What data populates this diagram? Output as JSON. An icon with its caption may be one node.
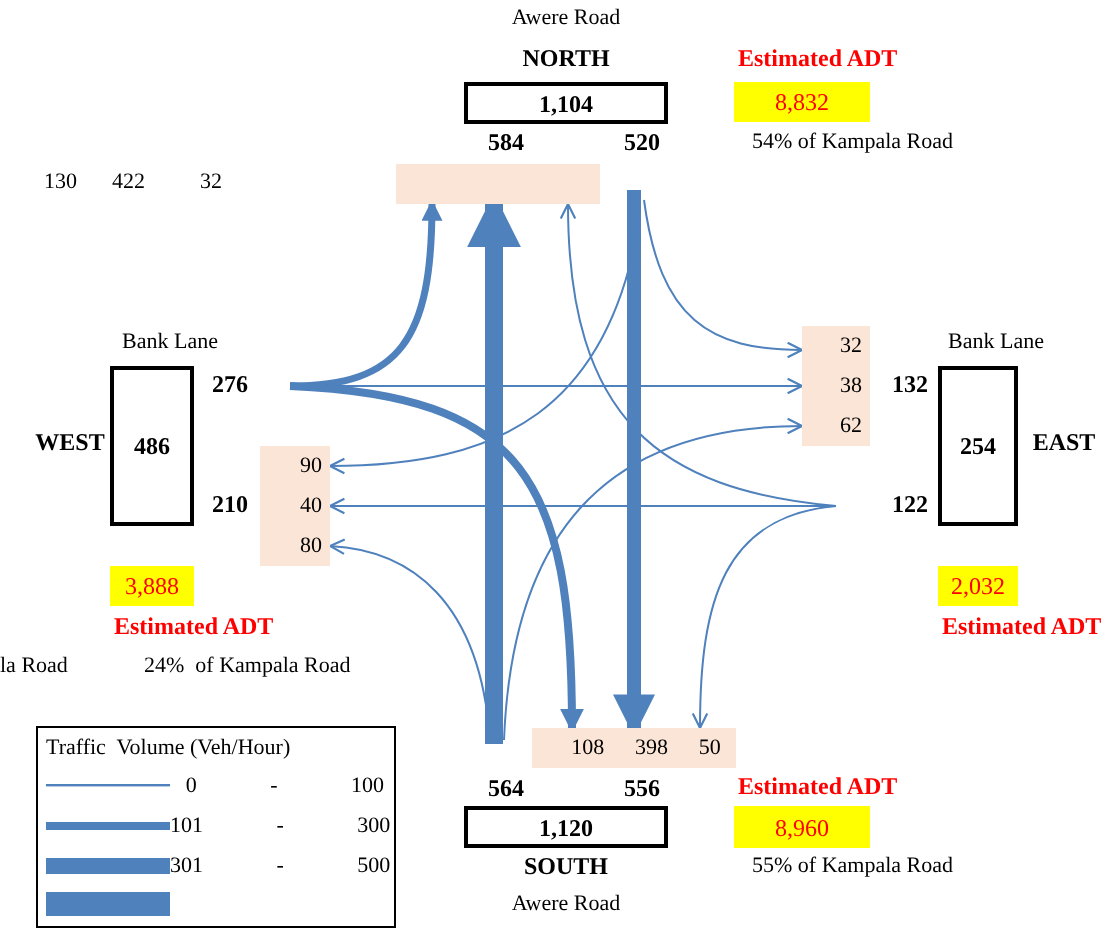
{
  "diagram": {
    "nodes": [
      {
        "text": [
          "1,104"
        ],
        "beside": [
          "Awere Road",
          "NORTH"
        ]
      },
      {
        "text": [],
        "shape": "box"
      },
      {
        "text": [
          "486"
        ],
        "beside": [
          "Bank Lane",
          "WEST"
        ]
      },
      {
        "text": [
          "90",
          "40",
          "80"
        ]
      },
      {
        "text": [
          "32",
          "38",
          "62"
        ]
      },
      {
        "text": [
          "254"
        ],
        "beside": [
          "Bank Lane",
          "EAST"
        ]
      },
      {
        "text": [
          "108",
          "398",
          "50"
        ]
      },
      {
        "text": [
          "1,120"
        ],
        "beside": [
          "SOUTH",
          "Awere Road"
        ]
      },
      {
        "text": [
          "8,832"
        ],
        "beside": [
          "Estimated ADT",
          "54%  of Kampala Road"
        ]
      },
      {
        "text": [
          "3,888"
        ],
        "beside": [
          "Estimated ADT"
        ]
      },
      {
        "text": [
          "2,032"
        ],
        "beside": [
          "Estimated ADT"
        ]
      },
      {
        "text": [
          "8,960"
        ],
        "beside": [
          "Estimated ADT",
          "55%  of Kampala Road"
        ]
      }
    ],
    "edges": [
      {
        "from": null,
        "to": 1,
        "arrow": "to",
        "style": "thick"
      },
      {
        "from": null,
        "to": 4,
        "arrow": "to"
      },
      {
        "from": null,
        "to": 6,
        "arrow": "to",
        "style": "thick"
      },
      {
        "from": null,
        "to": 3,
        "arrow": "to"
      },
      {
        "from": null,
        "to": 1,
        "arrow": "to"
      },
      {
        "from": null,
        "to": 6,
        "arrow": "to"
      },
      {
        "from": null,
        "to": 6,
        "arrow": "to",
        "style": "thick"
      },
      {
        "from": null,
        "to": 3,
        "arrow": "to"
      },
      {
        "from": null,
        "to": 4,
        "arrow": "to"
      },
      {
        "from": null,
        "to": 1,
        "arrow": "to",
        "style": "thick"
      },
      {
        "from": null,
        "to": 3,
        "arrow": "to"
      },
      {
        "from": null,
        "to": 4,
        "arrow": "to"
      }
    ],
    "labels": [
      "130",
      "422",
      "32",
      "584",
      "520",
      "276",
      "210",
      "132",
      "122",
      "la Road",
      "24%  of Kampala Road",
      "Traffic  Volume (Veh/Hour)",
      "564",
      "556"
    ],
    "legend": [
      {
        "text": "0 - 100"
      },
      {
        "text": "101 - 300"
      },
      {
        "text": "301 - 500"
      }
    ]
  }
}
